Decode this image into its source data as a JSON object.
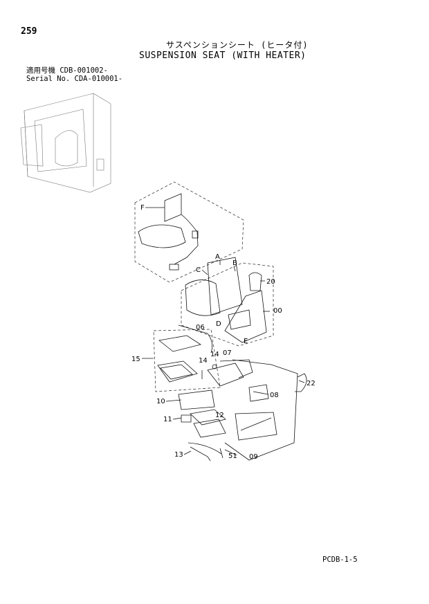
{
  "header": {
    "page_number": "259",
    "title_jp": "サスペンションシート (ヒータ付)",
    "title_en": "SUSPENSION SEAT (WITH HEATER)",
    "serial_lines": [
      "適用号機  CDB-001002-",
      "Serial No. CDA-010001-"
    ]
  },
  "callouts": [
    "F",
    "A",
    "B",
    "C",
    "20",
    "00",
    "D",
    "E",
    "06",
    "15",
    "14",
    "07",
    "14",
    "22",
    "08",
    "10",
    "11",
    "12",
    "13",
    "51",
    "09"
  ],
  "footer": {
    "code": "PCDB-1-5"
  }
}
